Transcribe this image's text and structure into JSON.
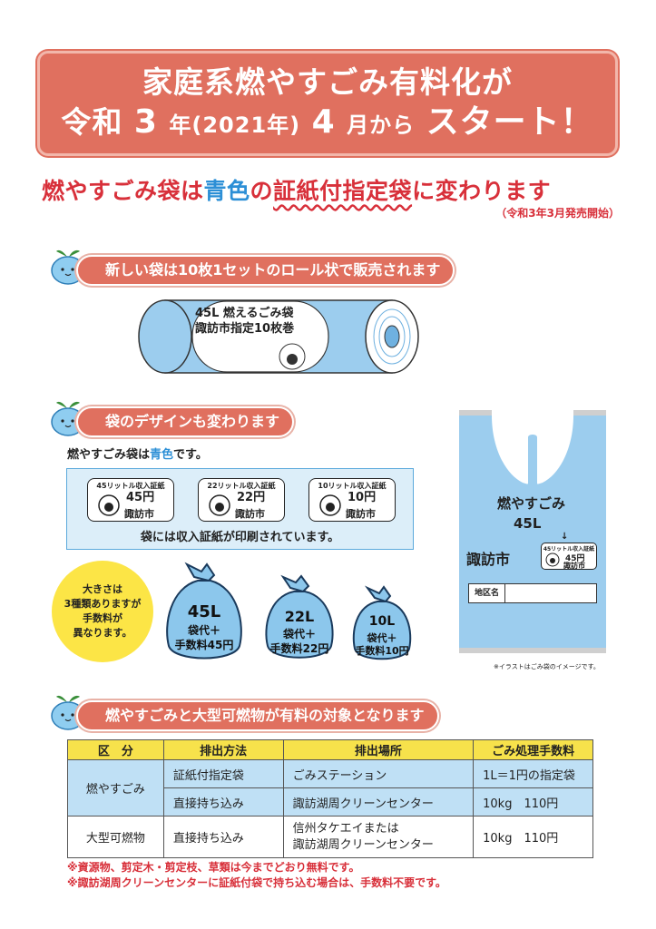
{
  "header": {
    "line1": "家庭系燃やすごみ有料化が",
    "line2_a": "令和",
    "line2_b": "3",
    "line2_c": "年(2021年)",
    "line2_d": "4",
    "line2_e": "月から",
    "line2_f": "スタート！"
  },
  "subhead": {
    "part1": "燃やすごみ袋は",
    "part2": "青色",
    "part3": "の",
    "part4": "証紙付指定袋",
    "part5": "に変わります",
    "release": "（令和3年3月発売開始）"
  },
  "section1": {
    "title": "新しい袋は10枚1セットのロール状で販売されます"
  },
  "roll": {
    "line1": "45L 燃えるごみ袋",
    "line2": "諏訪市指定10枚巻"
  },
  "section2": {
    "title": "袋のデザインも変わります"
  },
  "design": {
    "desc_a": "燃やすごみ袋は",
    "desc_b": "青色",
    "desc_c": "です。",
    "stamps": [
      {
        "title": "45リットル収入証紙",
        "price": "45円",
        "city": "諏訪市"
      },
      {
        "title": "22リットル収入証紙",
        "price": "22円",
        "city": "諏訪市"
      },
      {
        "title": "10リットル収入証紙",
        "price": "10円",
        "city": "諏訪市"
      }
    ],
    "caption": "袋には収入証紙が印刷されています。",
    "yellow": [
      "大きさは",
      "3種類ありますが",
      "手数料が",
      "異なります。"
    ],
    "bags": [
      {
        "size": "45L",
        "l1": "袋代＋",
        "l2": "手数料45円"
      },
      {
        "size": "22L",
        "l1": "袋代＋",
        "l2": "手数料22円"
      },
      {
        "size": "10L",
        "l1": "袋代＋",
        "l2": "手数料10円"
      }
    ]
  },
  "bigbag": {
    "title": "燃やすごみ",
    "size": "45L",
    "city": "諏訪市",
    "arrow": "↓",
    "stamp_title": "45リットル収入証紙",
    "stamp_price": "45円",
    "stamp_city": "諏訪市",
    "district": "地区名",
    "note": "※イラストはごみ袋のイメージです。"
  },
  "section3": {
    "title": "燃やすごみと大型可燃物が有料の対象となります"
  },
  "table": {
    "headers": [
      "区　分",
      "排出方法",
      "排出場所",
      "ごみ処理手数料"
    ],
    "rows": [
      {
        "category": "燃やすごみ",
        "method": "証紙付指定袋",
        "place": "ごみステーション",
        "fee": "1L＝1円の指定袋"
      },
      {
        "method": "直接持ち込み",
        "place": "諏訪湖周クリーンセンター",
        "fee": "10kg　110円"
      },
      {
        "category": "大型可燃物",
        "method": "直接持ち込み",
        "place_l1": "信州タケエイまたは",
        "place_l2": "諏訪湖周クリーンセンター",
        "fee": "10kg　110円"
      }
    ]
  },
  "notes": [
    "※資源物、剪定木・剪定枝、草類は今までどおり無料です。",
    "※諏訪湖周クリーンセンターに証紙付袋で持ち込む場合は、手数料不要です。"
  ]
}
